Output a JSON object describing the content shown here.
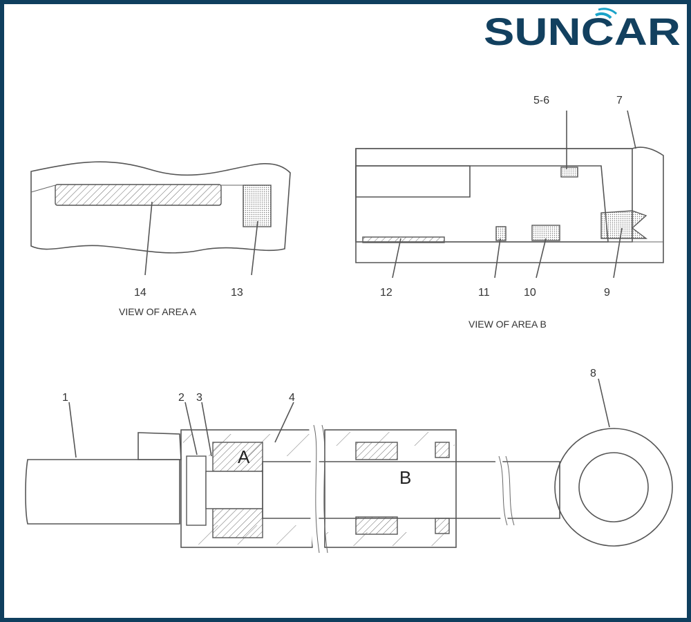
{
  "logo": {
    "text": "SUNCAR",
    "color_dark": "#12405f",
    "color_accent": "#1aa3c9"
  },
  "view_a": {
    "caption": "VIEW OF AREA A",
    "callouts": [
      "14",
      "13"
    ]
  },
  "view_b": {
    "caption": "VIEW OF AREA B",
    "callouts": [
      "5-6",
      "7",
      "12",
      "11",
      "10",
      "9"
    ]
  },
  "assembly": {
    "callouts": [
      "1",
      "2",
      "3",
      "4",
      "8"
    ],
    "area_labels": [
      "A",
      "B"
    ]
  },
  "colors": {
    "border": "#0f3f5e",
    "line": "#555555"
  }
}
